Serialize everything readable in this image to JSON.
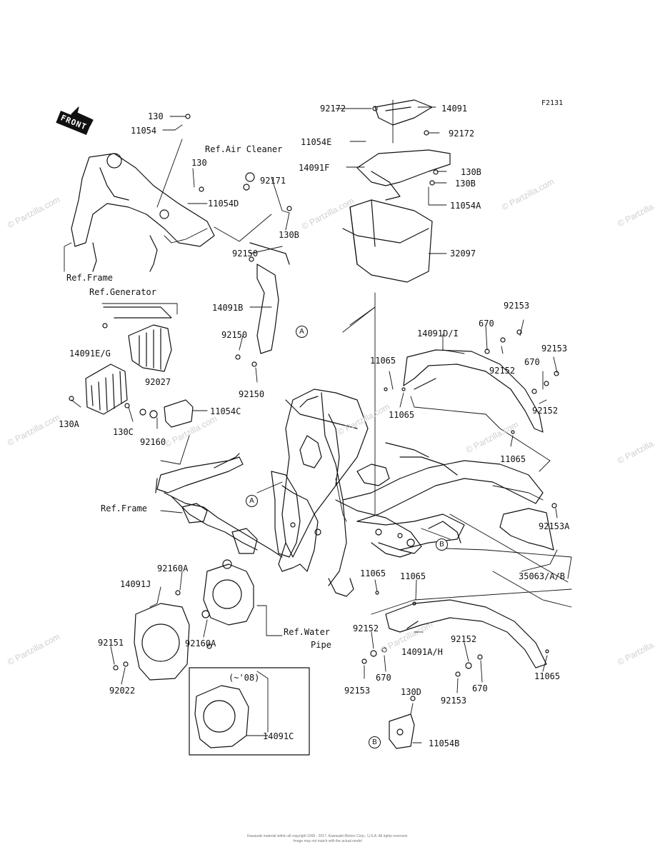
{
  "figure_code": "F2131",
  "front_label": "FRONT",
  "variant_note": "(~'08)",
  "watermark": "© Partzilla.com",
  "footer_line1": "Kawasaki material within all copyright 1995 - 2017, Kawasaki Motors Corp., U.S.A. All rights reserved.",
  "footer_line2": "Image may not match with the actual model",
  "callout_markers": {
    "a1": "A",
    "a2": "A",
    "b1": "B",
    "b2": "B"
  },
  "part_labels": {
    "p130_top": "130",
    "p11054": "11054",
    "p130_mid": "130",
    "p11054D": "11054D",
    "ref_air_cleaner": "Ref.Air Cleaner",
    "p92171": "92171",
    "p130B_a": "130B",
    "ref_frame_top": "Ref.Frame",
    "ref_generator": "Ref.Generator",
    "p14091EG": "14091E/G",
    "p92027": "92027",
    "p130C": "130C",
    "p130A": "130A",
    "p92160": "92160",
    "p11054C": "11054C",
    "p92150_a": "92150",
    "p14091B": "14091B",
    "p92150_b": "92150",
    "p92150_c": "92150",
    "p92172_a": "92172",
    "p14091": "14091",
    "p11054E": "11054E",
    "p92172_b": "92172",
    "p14091F": "14091F",
    "p130B_b": "130B",
    "p130B_c": "130B",
    "p11054A": "11054A",
    "p32097": "32097",
    "p92153_a": "92153",
    "p14091DI": "14091D/I",
    "p670_a": "670",
    "p92153_b": "92153",
    "p11065_a": "11065",
    "p92152_a": "92152",
    "p670_b": "670",
    "p11065_b": "11065",
    "p92152_b": "92152",
    "p11065_c": "11065",
    "ref_frame_mid": "Ref.Frame",
    "p92153A": "92153A",
    "p35063": "35063/A/B",
    "p11065_d": "11065",
    "p11065_e": "11065",
    "p92152_c": "92152",
    "p14091AH": "14091A/H",
    "p92152_d": "92152",
    "p670_c": "670",
    "p92153_c": "92153",
    "p92153_d": "92153",
    "p670_d": "670",
    "p11065_f": "11065",
    "p92160A_a": "92160A",
    "p14091J": "14091J",
    "p92160A_b": "92160A",
    "ref_water": "Ref.Water",
    "ref_water_pipe": "Pipe",
    "p92151": "92151",
    "p92022": "92022",
    "p14091C": "14091C",
    "p130D": "130D",
    "p11054B": "11054B"
  }
}
